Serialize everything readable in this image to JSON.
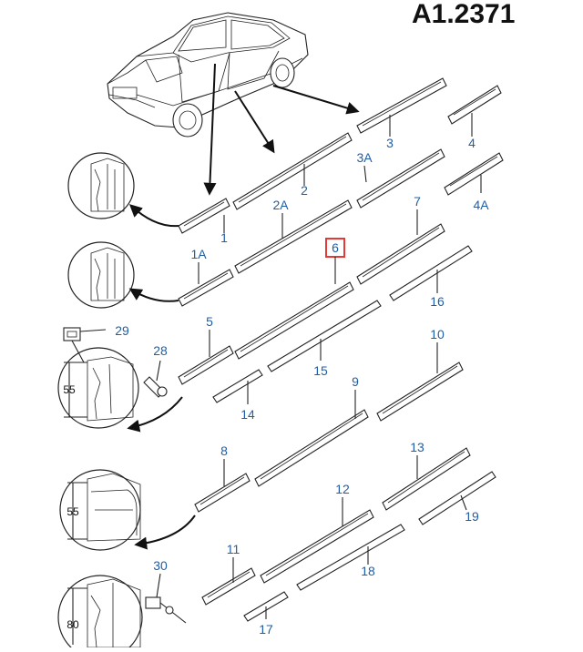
{
  "reference_code": "A1.2371",
  "colors": {
    "label": "#1f5fa8",
    "highlight": "#e53935",
    "line": "#222222"
  },
  "part_labels": {
    "p1": "1",
    "p1a": "1A",
    "p2": "2",
    "p2a": "2A",
    "p3": "3",
    "p3a": "3A",
    "p4": "4",
    "p4a": "4A",
    "p5": "5",
    "p6": "6",
    "p7": "7",
    "p8": "8",
    "p9": "9",
    "p10": "10",
    "p11": "11",
    "p12": "12",
    "p13": "13",
    "p14": "14",
    "p15": "15",
    "p16": "16",
    "p17": "17",
    "p18": "18",
    "p19": "19",
    "p28": "28",
    "p29": "29",
    "p30": "30"
  },
  "dimensions": {
    "d1": "55",
    "d2": "55",
    "d3": "80"
  },
  "highlighted_part": "6"
}
